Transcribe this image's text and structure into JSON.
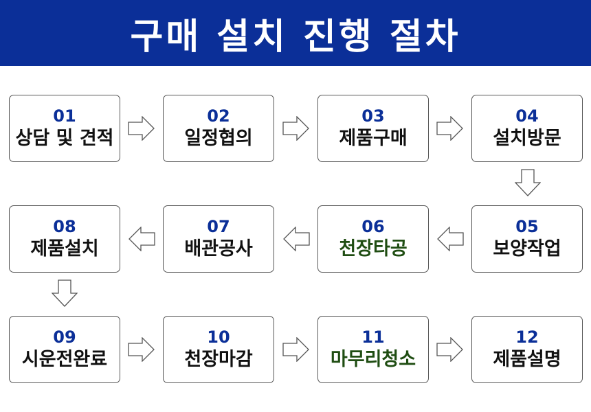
{
  "title": "구매 설치 진행 절차",
  "colors": {
    "header_bg": "#0b2f98",
    "number": "#0b2f98",
    "label": "#111111",
    "label_highlight": "#1f4d12"
  },
  "steps": [
    {
      "number": "01",
      "label": "상담 및 견적"
    },
    {
      "number": "02",
      "label": "일정협의"
    },
    {
      "number": "03",
      "label": "제품구매"
    },
    {
      "number": "04",
      "label": "설치방문"
    },
    {
      "number": "05",
      "label": "보양작업"
    },
    {
      "number": "06",
      "label": "천장타공"
    },
    {
      "number": "07",
      "label": "배관공사"
    },
    {
      "number": "08",
      "label": "제품설치"
    },
    {
      "number": "09",
      "label": "시운전완료"
    },
    {
      "number": "10",
      "label": "천장마감"
    },
    {
      "number": "11",
      "label": "마무리청소"
    },
    {
      "number": "12",
      "label": "제품설명"
    }
  ]
}
